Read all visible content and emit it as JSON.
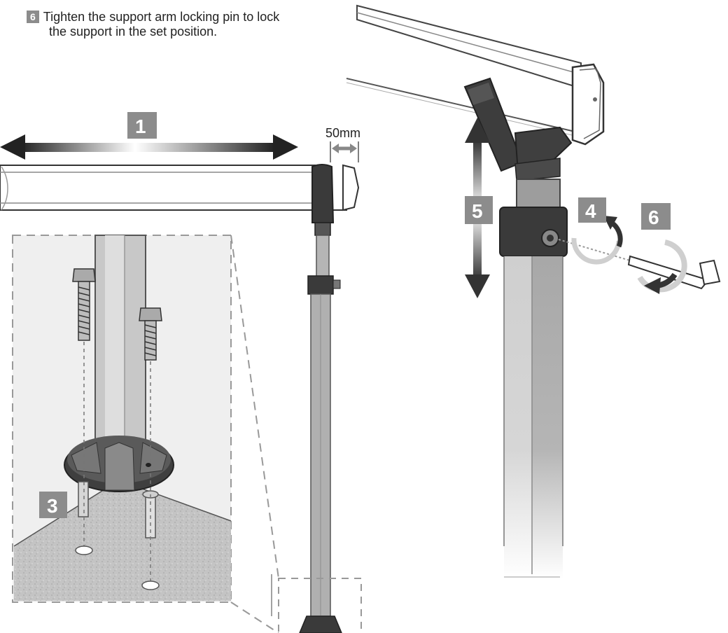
{
  "instruction": {
    "step": "6",
    "line1": "Tighten the support arm locking pin to lock",
    "line2": "the support in the set position."
  },
  "labels": {
    "step1": "1",
    "step3": "3",
    "step4": "4",
    "step5": "5",
    "step6": "6",
    "measure": "50mm"
  },
  "colors": {
    "badge": "#8c8c8c",
    "dark": "#3a3a3a",
    "metal": "#b8b8b8",
    "concrete": "#c8c8c8"
  }
}
